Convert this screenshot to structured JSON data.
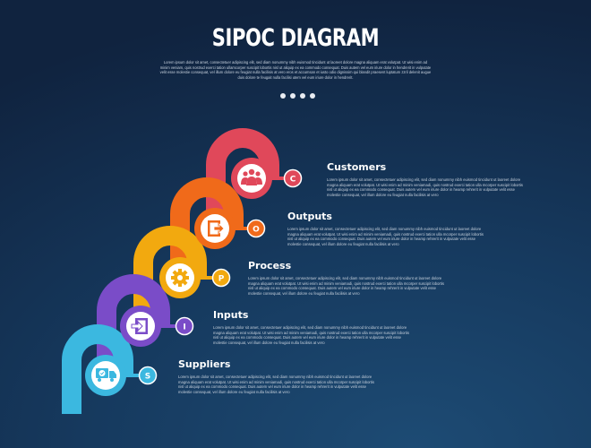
{
  "header": {
    "title": "SIPOC DIAGRAM",
    "subtitle": "Lorem ipsum dolor sit amet, consectetuer adipiscing elit, sed diam nonummy nibh euismod tincidunt ut laoreet dolore magna aliquam erat volutpat. Ut wisi enim ad minim veniam, quis nostrud exerci tation ullamcorper suscipit lobortis nisl ut aliquip ex ea commodo consequat. Duis autem vel eum iriure dolor in hendrerit in vulputate velit esse molestie consequat, vel illum dolore eu feugiat nulla facilisis at vero eros et accumsan et iusto odio dignissim qui blandit praesent luptatum zzril delenit augue duis dolore te feugait nulla facilisi utem vel eum iriure dolor in hendrerit.",
    "pagination_dots": 4
  },
  "colors": {
    "background_top": "#10233f",
    "background_bottom": "#1d4b74",
    "suppliers": "#3bb8e0",
    "inputs": "#7a4cc8",
    "process": "#f2a90f",
    "outputs": "#f06a1a",
    "customers": "#e0485a"
  },
  "steps": [
    {
      "key": "suppliers",
      "letter": "S",
      "title": "Suppliers",
      "icon": "truck-check-icon",
      "description": "Lorem ipsum dolor sit amet, consectetuer adipiscing elit, sed diam nonummy nibh euismod tincidunt ut laoreet dolore magna aliquam erat volutpat. Ut wisi enim ad minim veniamadi, quis nostrud exerci tation ulla mcorper suscipit lobortis nisl ut aliquip ex ea commodo consequat. Duis autem vel eum iriure dolor in heamp rehrerit in vulputate velit esse molestie consequat, vel illum dolore eu feugiat nulla facilisis at vero"
    },
    {
      "key": "inputs",
      "letter": "I",
      "title": "Inputs",
      "icon": "sign-in-icon",
      "description": "Lorem ipsum dolor sit amet, consectetuer adipiscing elit, sed diam nonummy nibh euismod tincidunt ut laoreet dolore magna aliquam erat volutpat. Ut wisi enim ad minim veniamadi, quis nostrud exerci tation ulla mcorper suscipit lobortis nisl ut aliquip ex ea commodo consequat. Duis autem vel eum iriure dolor in heamp rehrerit in vulputate velit esse molestie consequat, vel illum dolore eu feugiat nulla facilisis at vero"
    },
    {
      "key": "process",
      "letter": "P",
      "title": "Process",
      "icon": "gear-icon",
      "description": "Lorem ipsum dolor sit amet, consectetuer adipiscing elit, sed diam nonummy nibh euismod tincidunt ut laoreet dolore magna aliquam erat volutpat. Ut wisi enim ad minim veniamadi, quis nostrud exerci tation ulla mcorper suscipit lobortis nisl ut aliquip ex ea commodo consequat. Duis autem vel eum iriure dolor in heamp rehrerit in vulputate velit esse molestie consequat, vel illum dolore eu feugiat nulla facilisis at vero"
    },
    {
      "key": "outputs",
      "letter": "O",
      "title": "Outputs",
      "icon": "sign-out-icon",
      "description": "Lorem ipsum dolor sit amet, consectetuer adipiscing elit, sed diam nonummy nibh euismod tincidunt ut laoreet dolore magna aliquam erat volutpat. Ut wisi enim ad minim veniamadi, quis nostrud exerci tation ulla mcorper suscipit lobortis nisl ut aliquip ex ea commodo consequat. Duis autem vel eum iriure dolor in heamp rehrerit in vulputate velit esse molestie consequat, vel illum dolore eu feugiat nulla facilisis at vero"
    },
    {
      "key": "customers",
      "letter": "C",
      "title": "Customers",
      "icon": "users-group-icon",
      "description": "Lorem ipsum dolor sit amet, consectetuer adipiscing elit, sed diam nonummy nibh euismod tincidunt ut laoreet dolore magna aliquam erat volutpat. Ut wisi enim ad minim veniamadi, quis nostrud exerci tation ulla mcorper suscipit lobortis nisl ut aliquip ex ea commodo consequat. Duis autem vel eum iriure dolor in heamp rehrerit in vulputate velit esse molestie consequat, vel illum dolore eu feugiat nulla facilisis at vero"
    }
  ]
}
